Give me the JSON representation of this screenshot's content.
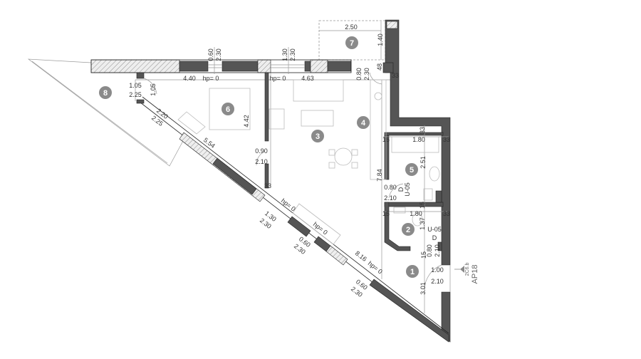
{
  "plan": {
    "apartment_label": "AP18",
    "entry_marker": "2C6.b",
    "room_numbers": [
      "1",
      "2",
      "3",
      "4",
      "5",
      "6",
      "7",
      "8"
    ],
    "dimensions": [
      "2.50",
      "1.40",
      "0.60",
      "2.30",
      "1.30",
      "2.30",
      "4.40",
      "hp= 0",
      "hp= 0",
      "4.63",
      "0.80",
      "2.30",
      "48",
      "33",
      "1.05",
      "2.25",
      "1.05",
      "4.42",
      "2.20",
      "2.25",
      "5.54",
      "0.90",
      "2.10",
      "7.84",
      "15",
      "1.80",
      "33",
      "33",
      "2.51",
      "0.80",
      "2.10",
      "D",
      "U-05",
      "15",
      "1.80",
      "33",
      "1.37",
      "15",
      "U-05",
      "D",
      "15",
      "0.80",
      "2.10",
      "1.00",
      "2.10",
      "3.01",
      "hp= 0",
      "1.30",
      "2.30",
      "hp= 0",
      "0.60",
      "2.30",
      "8.16",
      "hp= 0",
      "0.60",
      "2.30",
      "33"
    ]
  }
}
